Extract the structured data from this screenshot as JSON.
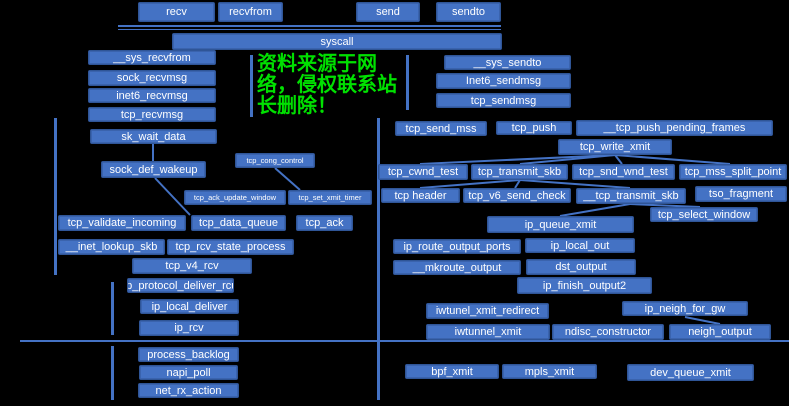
{
  "syscalls": {
    "recv": "recv",
    "recvfrom": "recvfrom",
    "send": "send",
    "sendto": "sendto",
    "syscall": "syscall"
  },
  "receive_path": {
    "sys_recvfrom": "__sys_recvfrom",
    "sock_recvmsg": "sock_recvmsg",
    "inet6_recvmsg": "inet6_recvmsg",
    "tcp_recvmsg": "tcp_recvmsg",
    "sk_wait_data": "sk_wait_data",
    "sock_def_wakeup": "sock_def_wakeup",
    "tcp_cong_control": "tcp_cong_control",
    "tcp_ack_update_window": "tcp_ack_update_window",
    "tcp_set_xmit_timer": "tcp_set_xmit_timer",
    "tcp_validate_incoming": "tcp_validate_incoming",
    "tcp_data_queue": "tcp_data_queue",
    "tcp_ack": "tcp_ack",
    "inet_lookup_skb": "__inet_lookup_skb",
    "tcp_rcv_state_process": "tcp_rcv_state_process",
    "tcp_v4_rcv": "tcp_v4_rcv",
    "ip_protocol_deliver_rcu": "ip_protocol_deliver_rcu",
    "ip_local_deliver": "ip_local_deliver",
    "ip_rcv": "ip_rcv",
    "process_backlog": "process_backlog",
    "napi_poll": "napi_poll",
    "net_rx_action": "net_rx_action"
  },
  "send_path": {
    "sys_sendto": "__sys_sendto",
    "inet6_sendmsg": "Inet6_sendmsg",
    "tcp_sendmsg": "tcp_sendmsg",
    "tcp_send_mss": "tcp_send_mss",
    "tcp_push": "tcp_push",
    "tcp_push_pending_frames": "__tcp_push_pending_frames",
    "tcp_write_xmit": "tcp_write_xmit",
    "tcp_cwnd_test": "tcp_cwnd_test",
    "tcp_transmit_skb": "tcp_transmit_skb",
    "tcp_snd_wnd_test": "tcp_snd_wnd_test",
    "tcp_mss_split_point": "tcp_mss_split_point",
    "tcp_header": "tcp header",
    "tcp_v6_send_check": "tcp_v6_send_check",
    "tcp_transmit_skb2": "__tcp_transmit_skb",
    "tso_fragment": "tso_fragment",
    "tcp_select_window": "tcp_select_window",
    "ip_queue_xmit": "ip_queue_xmit",
    "ip_route_output_ports": "ip_route_output_ports",
    "ip_local_out": "ip_local_out",
    "mkroute_output": "__mkroute_output",
    "dst_output": "dst_output",
    "ip_finish_output2": "ip_finish_output2",
    "iwtunel_xmit_redirect": "iwtunel_xmit_redirect",
    "ip_neigh_for_gw": "ip_neigh_for_gw",
    "iwtunnel_xmit": "iwtunnel_xmit",
    "ndisc_constructor": "ndisc_constructor",
    "neigh_output": "neigh_output",
    "bpf_xmit": "bpf_xmit",
    "mpls_xmit": "mpls_xmit",
    "dev_queue_xmit": "dev_queue_xmit"
  },
  "watermark": "资料来源于网络，侵权联系站长删除！",
  "colors": {
    "box": "#4472c4",
    "background": "#000000",
    "watermark": "#00e000"
  }
}
